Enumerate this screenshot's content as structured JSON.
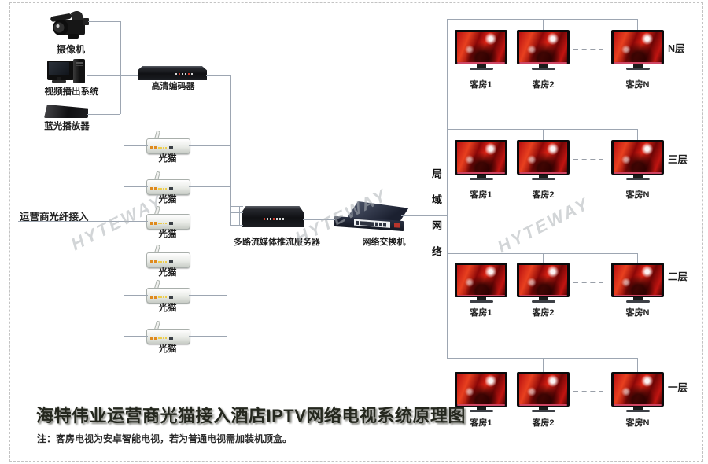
{
  "watermark": {
    "text": "HYTEWAY"
  },
  "sources": {
    "camera_label": "摄像机",
    "video_system_label": "视频播出系统",
    "bluray_label": "蓝光播放器",
    "encoder_label": "高清编码器"
  },
  "access": {
    "label": "运营商光纤接入"
  },
  "modem": {
    "label": "光猫",
    "count": 6
  },
  "core": {
    "server_label": "多路流媒体推流服务器",
    "switch_label": "网络交换机",
    "lan_label": "局域网络"
  },
  "floors": [
    {
      "name": "N层",
      "rooms": [
        "客房1",
        "客房2",
        "客房N"
      ]
    },
    {
      "name": "三层",
      "rooms": [
        "客房1",
        "客房2",
        "客房N"
      ]
    },
    {
      "name": "二层",
      "rooms": [
        "客房1",
        "客房2",
        "客房N"
      ]
    },
    {
      "name": "一层",
      "rooms": [
        "客房1",
        "客房2",
        "客房N"
      ]
    }
  ],
  "footer": {
    "title": "海特伟业运营商光猫接入酒店IPTV网络电视系统原理图",
    "note": "注：客房电视为安卓智能电视，若为普通电视需加装机顶盒。"
  },
  "colors": {
    "line": "#9da6b2",
    "tv_red": "#c01511",
    "watermark_gray": "#aeb3b8"
  }
}
